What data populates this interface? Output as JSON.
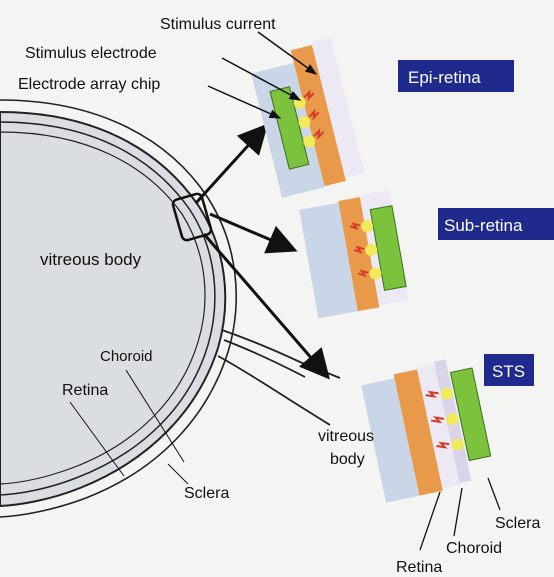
{
  "labels": {
    "stimulus_current": "Stimulus current",
    "stimulus_electrode": "Stimulus electrode",
    "electrode_array_chip": "Electrode array chip",
    "vitreous_body_eye": "vitreous body",
    "choroid_eye": "Choroid",
    "retina_eye": "Retina",
    "sclera_eye": "Sclera",
    "vitreous_body_detail_line1": "vitreous",
    "vitreous_body_detail_line2": "body",
    "sclera_detail": "Sclera",
    "choroid_detail": "Choroid",
    "retina_detail": "Retina"
  },
  "badges": {
    "epi": "Epi-retina",
    "sub": "Sub-retina",
    "sts": "STS"
  },
  "colors": {
    "badge_fill": "#1f2a8c",
    "retina_layer": "#e89a4a",
    "vitreous_layer": "#c9d6e8",
    "sclera_layer": "#ece9f4",
    "chip": "#7cc23c",
    "electrode": "#f2ea5a",
    "current": "#d83a2a",
    "eye_fill": "#dadde2"
  }
}
